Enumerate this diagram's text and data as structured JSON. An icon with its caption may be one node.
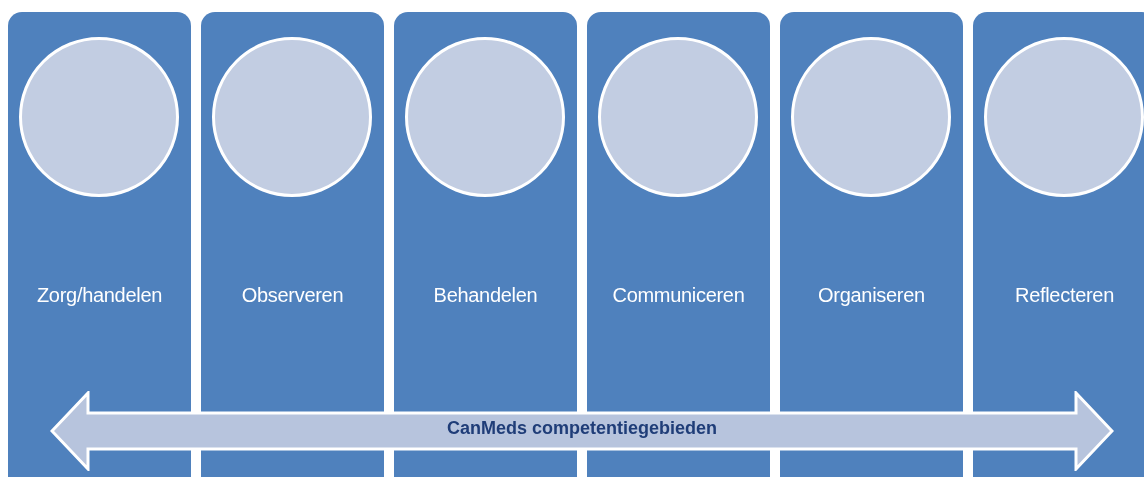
{
  "diagram": {
    "nodes": [
      {
        "text": [
          "Zorg/handelen"
        ]
      },
      {
        "text": [],
        "shape": "circle",
        "in": 0
      },
      {
        "text": [
          "Observeren"
        ]
      },
      {
        "text": [],
        "shape": "circle",
        "in": 2
      },
      {
        "text": [
          "Behandelen"
        ]
      },
      {
        "text": [],
        "shape": "circle",
        "in": 4
      },
      {
        "text": [
          "Communiceren"
        ]
      },
      {
        "text": [],
        "shape": "circle",
        "in": 6
      },
      {
        "text": [
          "Organiseren"
        ]
      },
      {
        "text": [],
        "shape": "circle",
        "in": 8
      },
      {
        "text": [
          "Reflecteren"
        ]
      },
      {
        "text": [],
        "shape": "circle",
        "in": 10
      },
      {
        "text": [
          "CanMeds competentiegebieden"
        ]
      }
    ]
  }
}
